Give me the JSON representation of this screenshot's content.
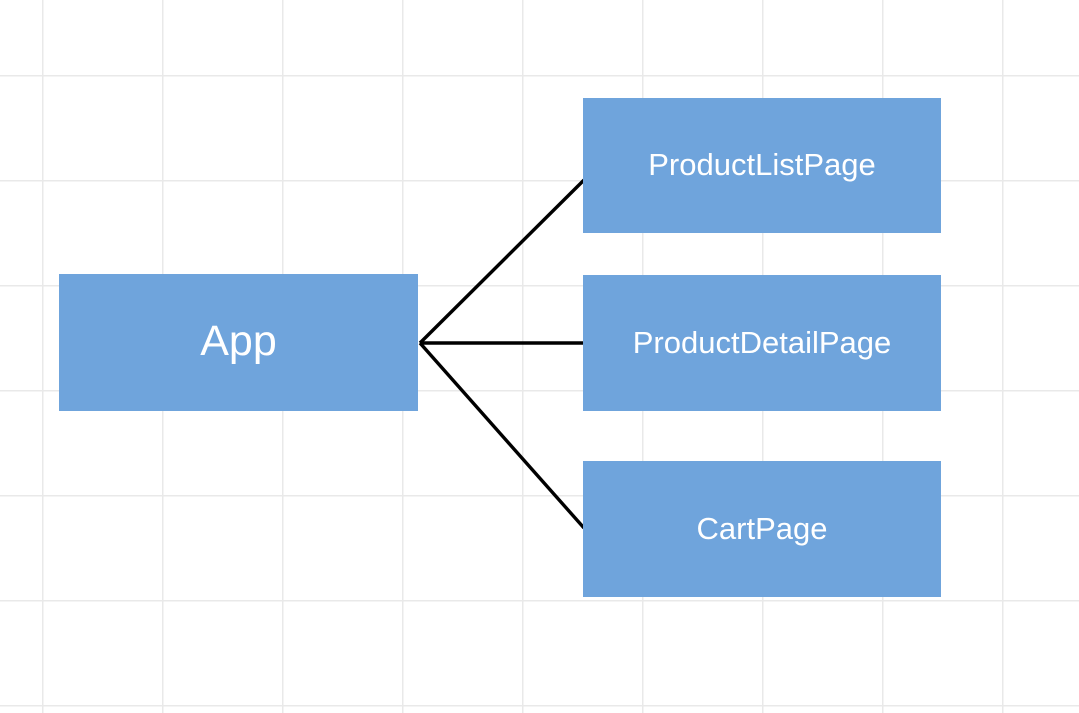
{
  "diagram": {
    "nodes": [
      {
        "id": "app",
        "label": "App"
      },
      {
        "id": "product-list-page",
        "label": "ProductListPage"
      },
      {
        "id": "product-detail-page",
        "label": "ProductDetailPage"
      },
      {
        "id": "cart-page",
        "label": "CartPage"
      }
    ],
    "edges": [
      {
        "from": "app",
        "to": "product-list-page"
      },
      {
        "from": "app",
        "to": "product-detail-page"
      },
      {
        "from": "app",
        "to": "cart-page"
      }
    ],
    "colors": {
      "canvas_background": "#ffffff",
      "grid_line": "#e9e9e9",
      "node_fill": "#6fa4dc",
      "node_text": "#ffffff",
      "edge_line": "#000000"
    }
  }
}
